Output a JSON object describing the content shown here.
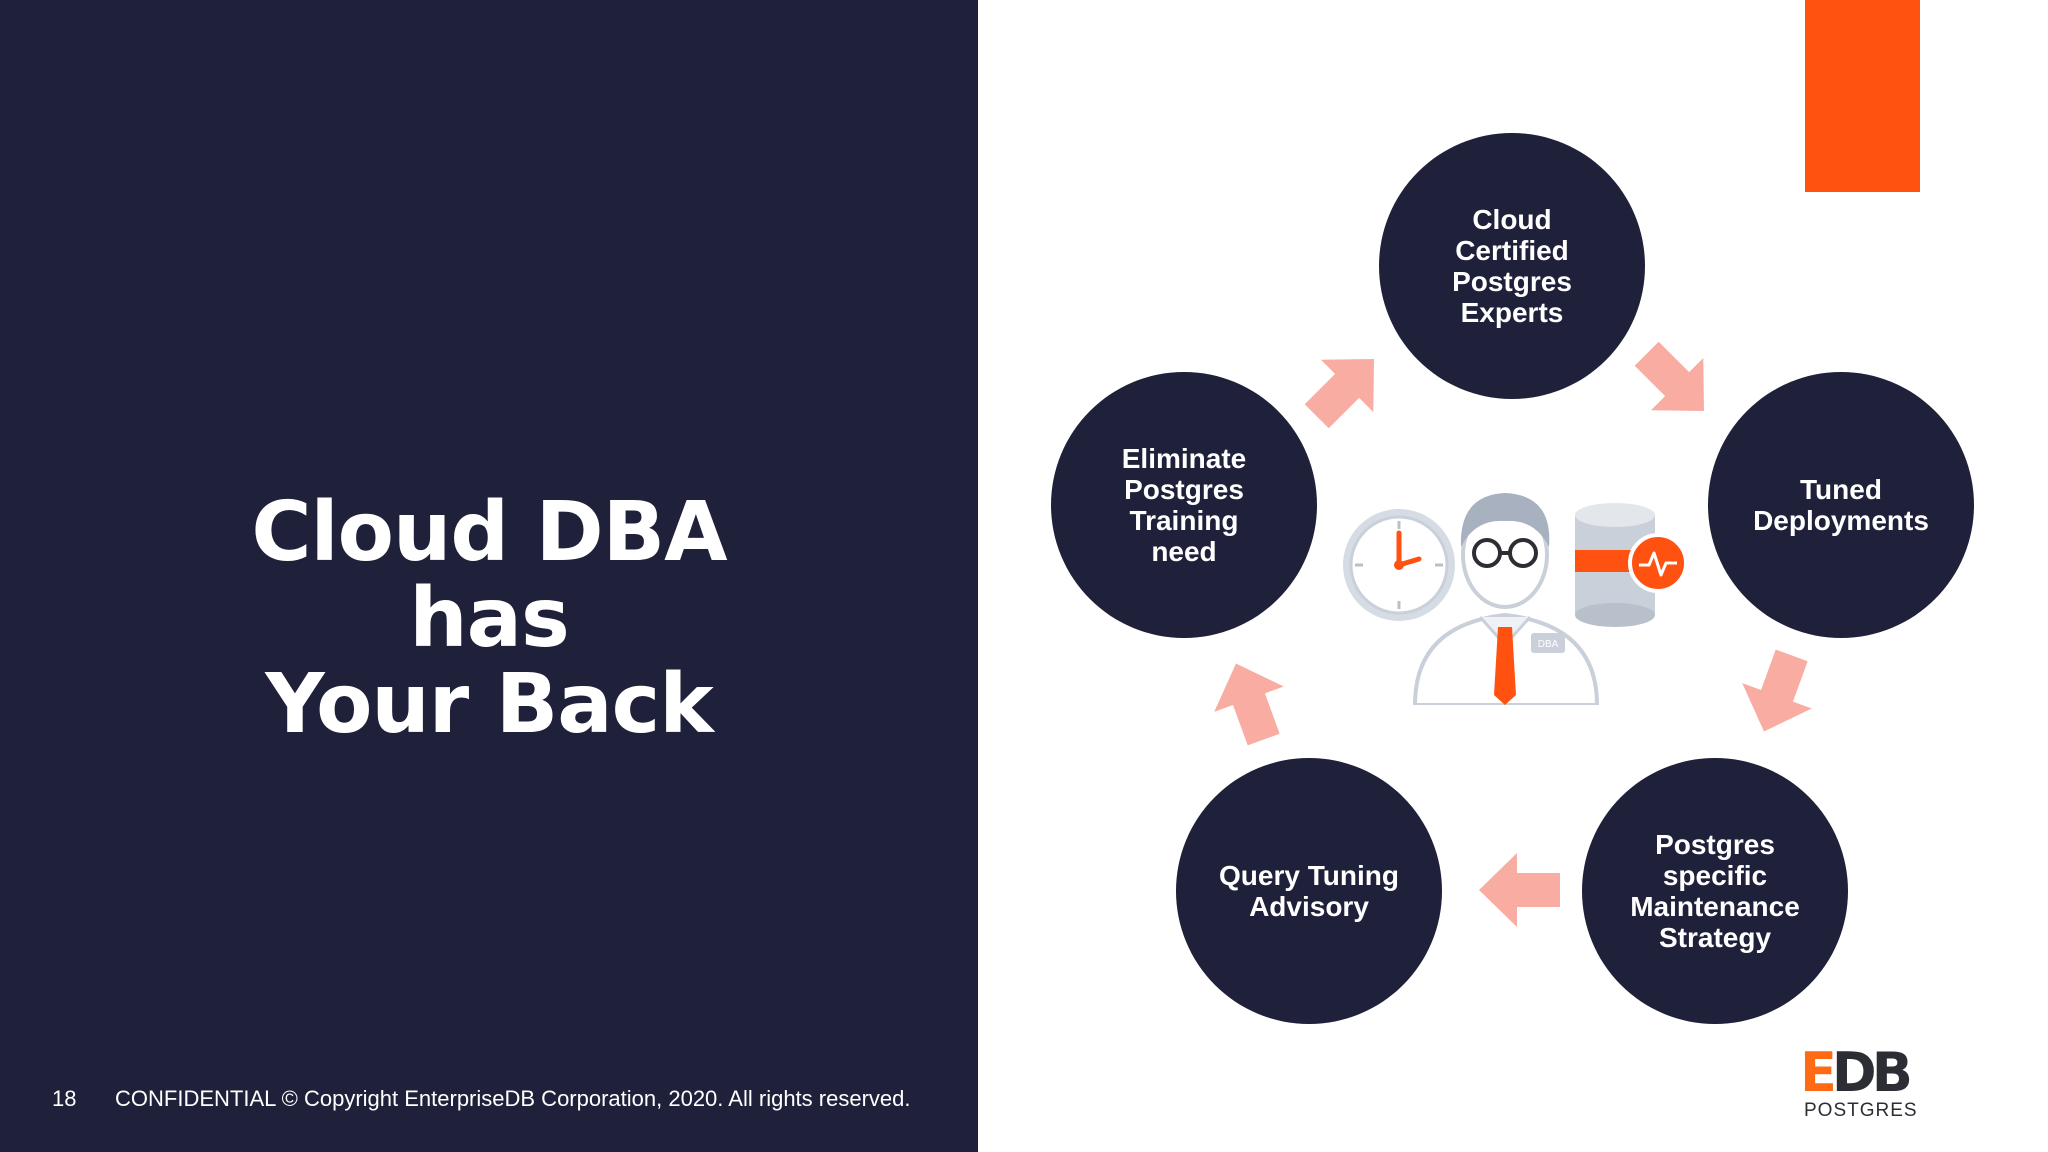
{
  "slide": {
    "title_lines": [
      "Cloud DBA",
      "has",
      "Your Back"
    ],
    "page_number": "18",
    "copyright": "CONFIDENTIAL © Copyright EnterpriseDB Corporation, 2020. All rights reserved."
  },
  "cycle": {
    "nodes": [
      {
        "label": "Cloud\nCertified\nPostgres\nExperts"
      },
      {
        "label": "Tuned\nDeployments"
      },
      {
        "label": "Postgres\nspecific\nMaintenance\nStrategy"
      },
      {
        "label": "Query Tuning\nAdvisory"
      },
      {
        "label": "Eliminate\nPostgres\nTraining\nneed"
      }
    ],
    "center_badge": "DBA"
  },
  "logo": {
    "main": "EDB",
    "sub": "POSTGRES"
  },
  "colors": {
    "navy": "#1f2039",
    "accent": "#ff5210",
    "arrow": "#f9aca2"
  },
  "icons": [
    "clock-icon",
    "dba-person-icon",
    "database-icon",
    "heartbeat-icon"
  ]
}
